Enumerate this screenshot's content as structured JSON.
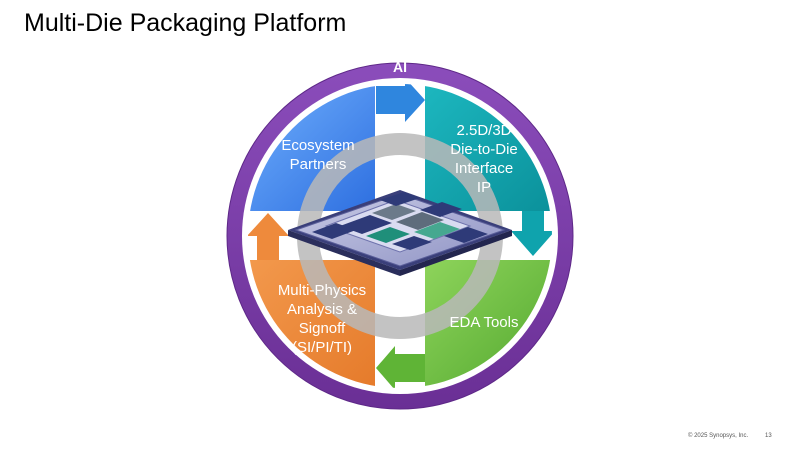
{
  "slide": {
    "title": "Multi-Die Packaging Platform",
    "footer_copyright": "© 2025 Synopsys, Inc.",
    "page_number": "13"
  },
  "diagram": {
    "ring_label": "AI",
    "quadrants": {
      "top_left": {
        "lines": [
          "Ecosystem",
          "Partners"
        ],
        "color": "#3a87f0"
      },
      "top_right": {
        "lines": [
          "2.5D/3D",
          "Die-to-Die",
          "Interface",
          "IP"
        ],
        "color": "#0fa3ad"
      },
      "bottom_right": {
        "lines": [
          "EDA Tools"
        ],
        "color": "#6fbd3c"
      },
      "bottom_left": {
        "lines": [
          "Multi-Physics",
          "Analysis &",
          "Signoff",
          "(SI/PI/TI)"
        ],
        "color": "#ee8a3c"
      }
    },
    "ring_color": "#7b3fa6",
    "center_image": "multi-die-package-chip"
  }
}
